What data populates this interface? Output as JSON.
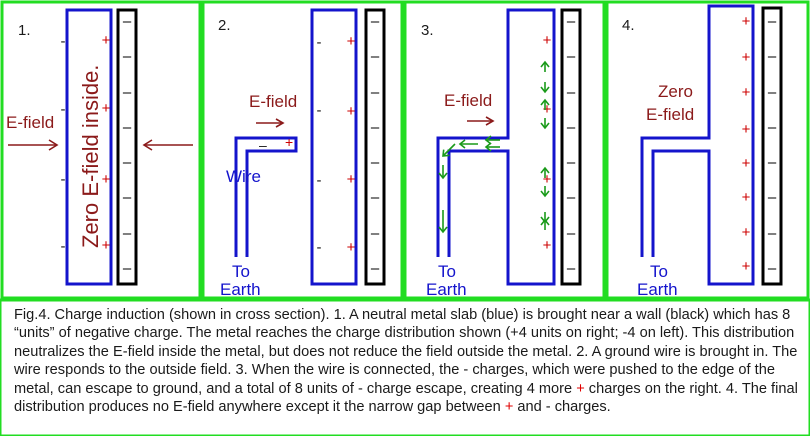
{
  "colors": {
    "frame": "#22dd22",
    "metal": "#1414cc",
    "wall": "#000000",
    "field": "#8b1a1a",
    "plus": "#cc0000",
    "electron": "#1a9a1a",
    "text": "#1a1a1a"
  },
  "panels": [
    {
      "number": "1.",
      "efield_label": "E-field",
      "rotated_label": "Zero E-field inside."
    },
    {
      "number": "2.",
      "efield_label": "E-field",
      "wire_label": "Wire",
      "ground_label_1": "To",
      "ground_label_2": "Earth"
    },
    {
      "number": "3.",
      "efield_label": "E-field",
      "ground_label_1": "To",
      "ground_label_2": "Earth"
    },
    {
      "number": "4.",
      "zero_label_1": "Zero",
      "zero_label_2": "E-field",
      "ground_label_1": "To",
      "ground_label_2": "Earth"
    }
  ],
  "symbols": {
    "plus": "+",
    "minus": "–",
    "dash": "-"
  },
  "caption": {
    "part1": "Fig.4. Charge induction (shown in cross section). 1. A neutral metal slab (blue) is brought near a wall (black) which has 8 “units” of negative charge. The metal reaches the charge distribution shown (+4 units on right; -4 on left). This distribution neutralizes the E-field inside the metal, but does not reduce the field outside the metal. 2. A ground wire is brought in. The wire responds to the outside field. 3. When the wire is connected, the - charges, which were pushed to the edge of the metal, can escape to ground, and a total of 8 units of - charge escape, creating 4 more ",
    "plus1": "+",
    "part2": " charges on the right. 4. The final distribution produces no E-field anywhere except it the narrow gap between ",
    "plus2": "+",
    "part3": " and - charges."
  }
}
